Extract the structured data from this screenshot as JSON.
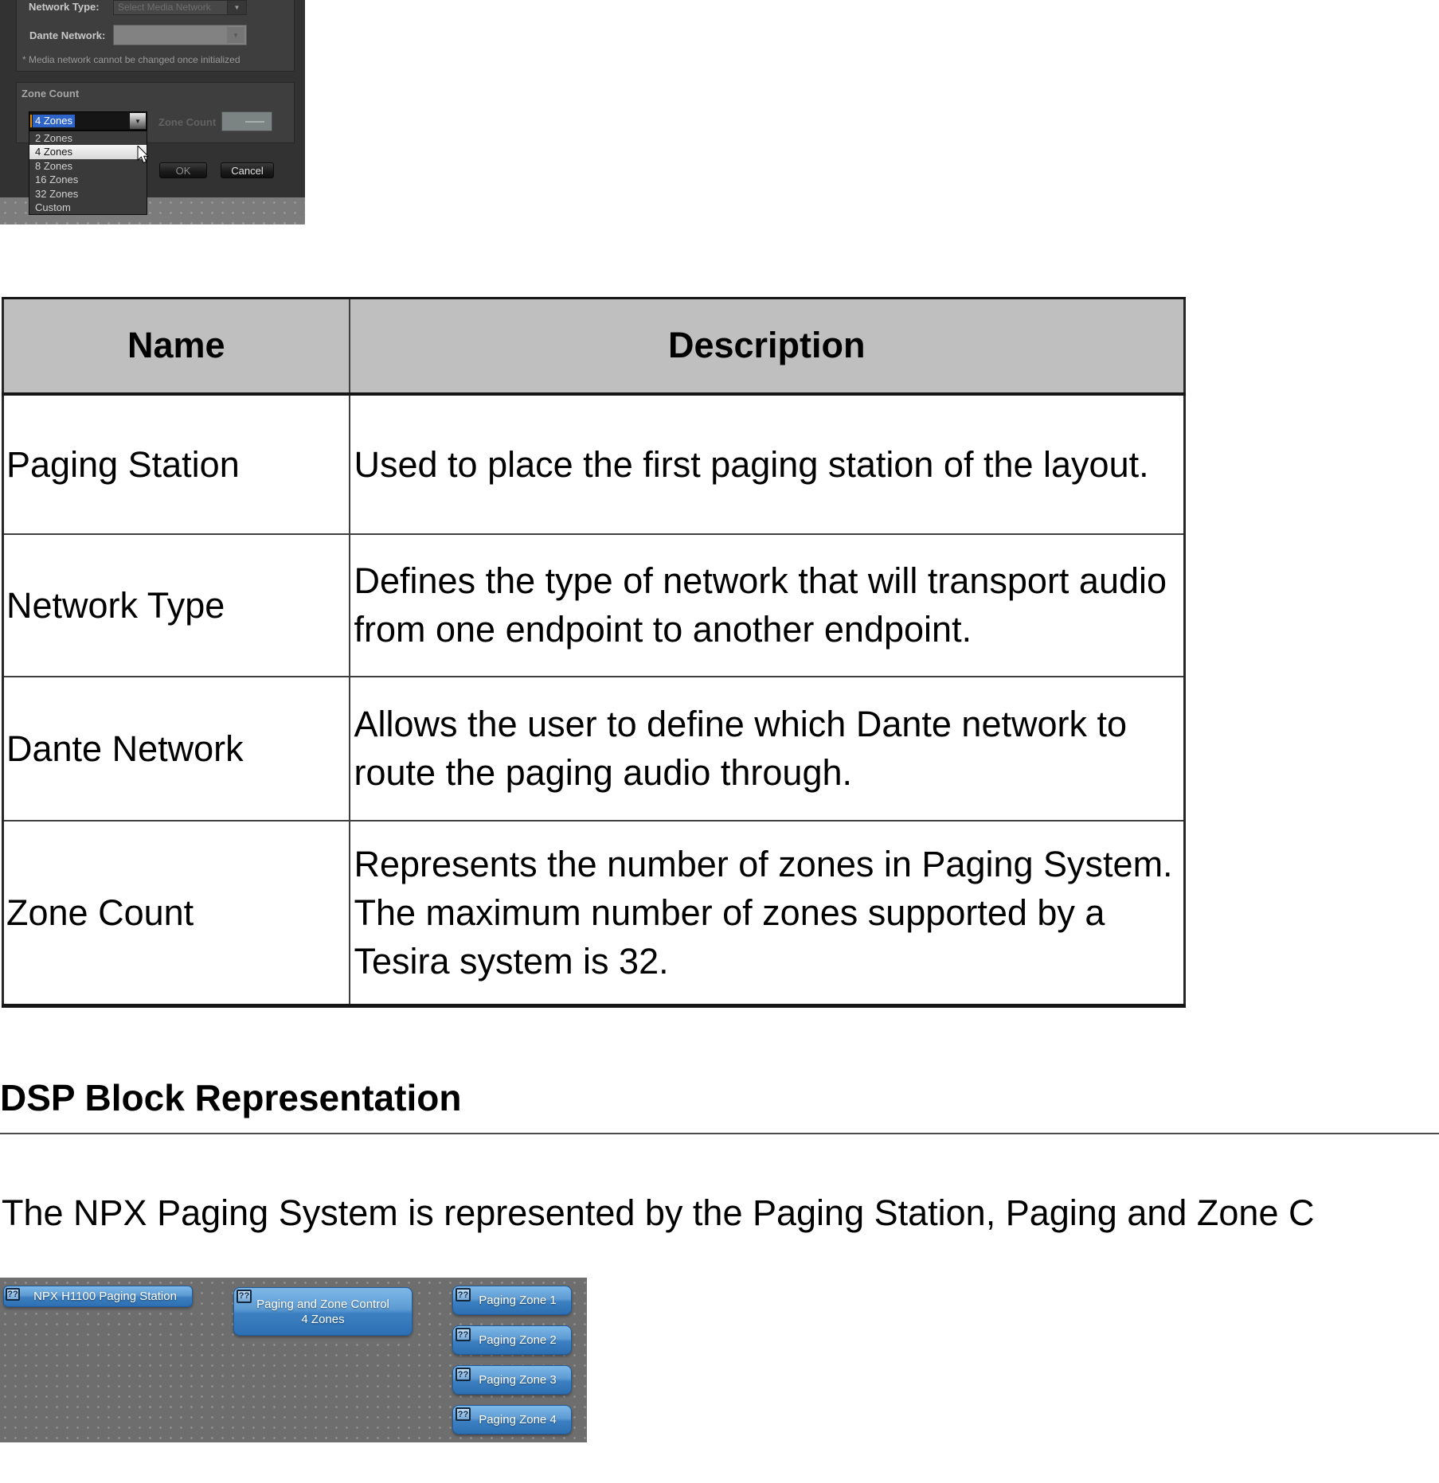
{
  "dialog": {
    "network_type": {
      "label": "Network Type:",
      "value": "Select Media Network"
    },
    "dante_network": {
      "label": "Dante Network:"
    },
    "note": "* Media network cannot be changed once initialized",
    "zone_count_group": {
      "title": "Zone Count",
      "combo_value": "4 Zones",
      "disabled_label": "Zone Count"
    },
    "dropdown_options": [
      "2 Zones",
      "4 Zones",
      "8 Zones",
      "16 Zones",
      "32 Zones",
      "Custom"
    ],
    "selected_option": "4 Zones",
    "buttons": {
      "ok": "OK",
      "cancel": "Cancel"
    }
  },
  "icons": {
    "chevron_down": "▼"
  },
  "table": {
    "headers": [
      "Name",
      "Description"
    ],
    "rows": [
      {
        "name": "Paging Station",
        "description": "Used to place the first paging station of the layout."
      },
      {
        "name": "Network Type",
        "description": "Defines the type of network that will transport audio from one endpoint to another endpoint."
      },
      {
        "name": "Dante Network",
        "description": "Allows the user to define which Dante network to route the paging audio through."
      },
      {
        "name": "Zone Count",
        "description": "Represents the number of zones in Paging System. The maximum number of zones supported by a Tesira system is 32."
      }
    ]
  },
  "document": {
    "heading": "DSP Block Representation",
    "paragraph": "The NPX Paging System is represented by the Paging Station, Paging and Zone C"
  },
  "canvas": {
    "station_block": {
      "badge": "??",
      "label": "NPX H1100 Paging Station"
    },
    "control_block": {
      "badge": "??",
      "line1": "Paging and Zone Control",
      "line2": "4 Zones"
    },
    "zone_blocks": [
      {
        "badge": "??",
        "label": "Paging Zone 1"
      },
      {
        "badge": "??",
        "label": "Paging Zone 2"
      },
      {
        "badge": "??",
        "label": "Paging Zone 3"
      },
      {
        "badge": "??",
        "label": "Paging Zone 4"
      }
    ]
  },
  "colors": {
    "selection_blue": "#2e64c8",
    "caret_orange": "#e08a00",
    "block_blue_top": "#7db8e8",
    "block_blue_bottom": "#2d6fb2",
    "table_header_gray": "#bfbfbf",
    "canvas_gray": "#6e6e6e",
    "dialog_gray": "#323232"
  }
}
